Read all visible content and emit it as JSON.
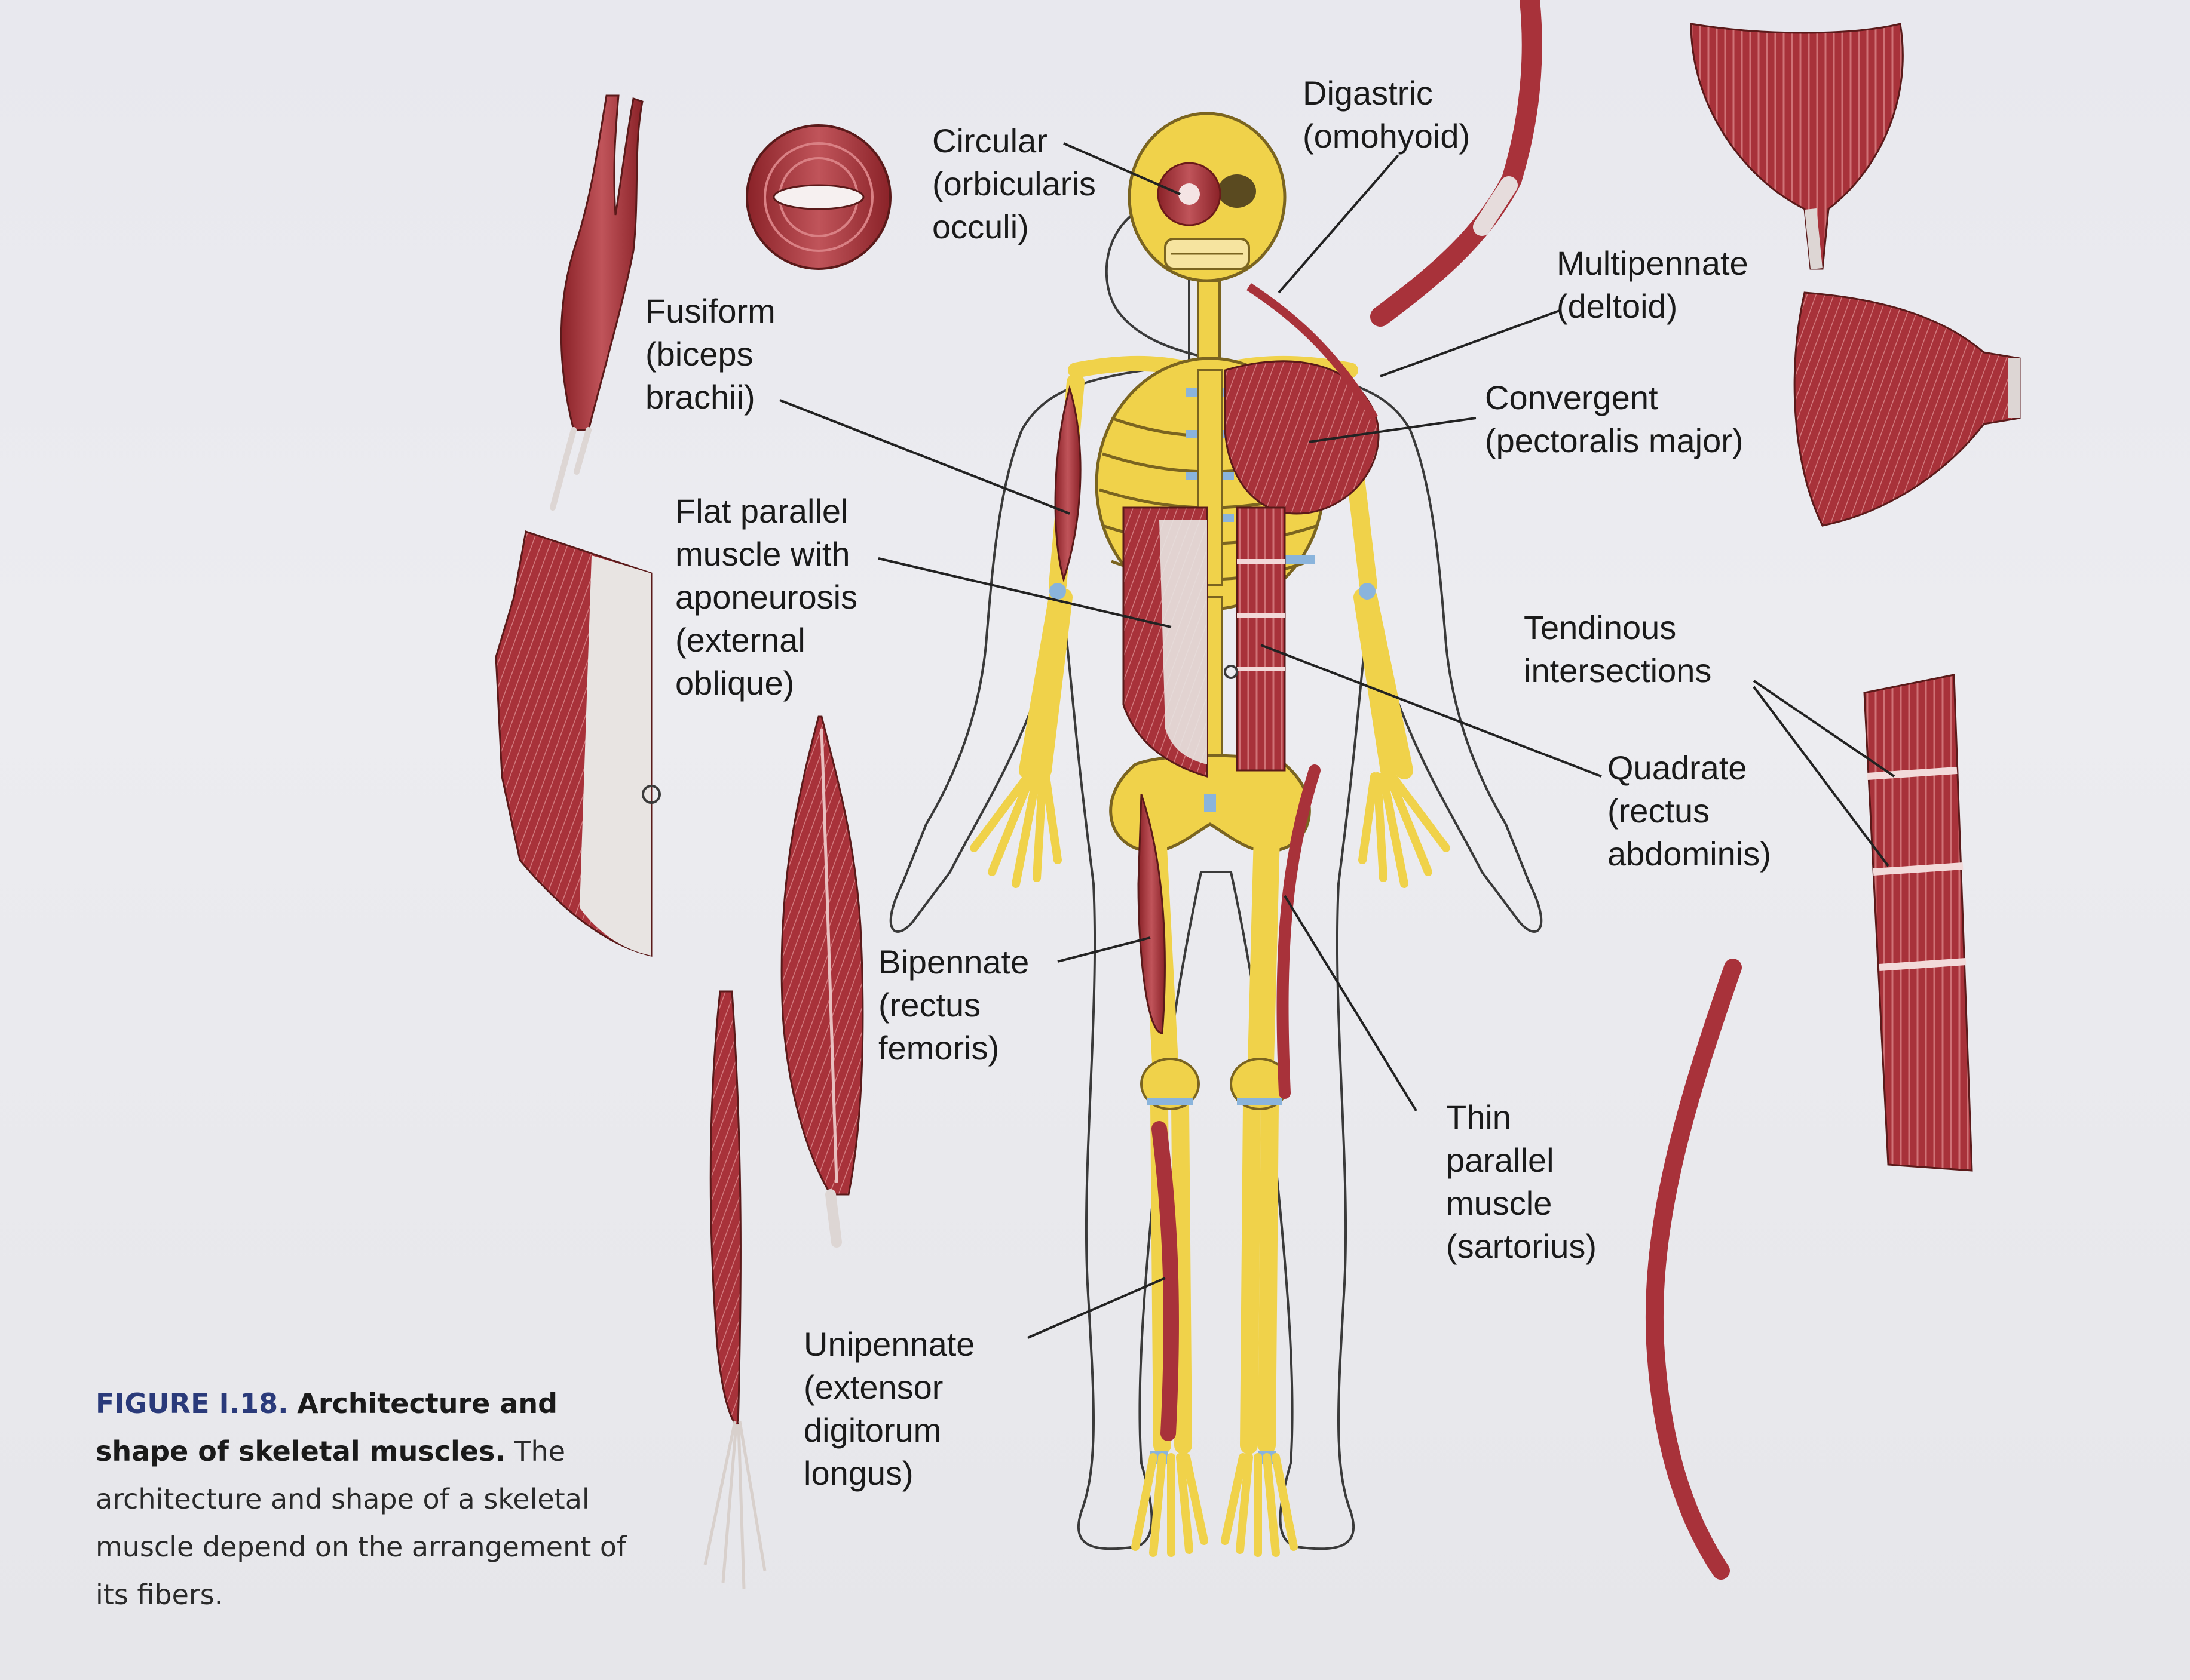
{
  "labels": {
    "circular": "Circular\n(orbicularis\nocculi)",
    "digastric": "Digastric\n(omohyoid)",
    "multipennate": "Multipennate\n(deltoid)",
    "fusiform": "Fusiform\n(biceps\nbrachii)",
    "convergent": "Convergent\n(pectoralis major)",
    "flat_parallel": "Flat parallel\nmuscle with\naponeurosis\n(external\noblique)",
    "tendinous": "Tendinous\nintersections",
    "quadrate": "Quadrate\n(rectus\nabdominis)",
    "bipennate": "Bipennate\n(rectus\nfemoris)",
    "thin_parallel": "Thin\nparallel\nmuscle\n(sartorius)",
    "unipennate": "Unipennate\n(extensor\ndigitorum\nlongus)"
  },
  "caption": {
    "figure_number": "FIGURE I.18.",
    "title": "Architecture and shape of skeletal muscles.",
    "text": "The architecture and shape of a skeletal muscle depend on the arrangement of its fibers."
  },
  "colors": {
    "bone": "#f0d24a",
    "bone_outline": "#7a6420",
    "muscle": "#a8323a",
    "muscle_light": "#c8646a",
    "tendon": "#e8e4e2",
    "cartilage": "#8ab4dc",
    "leader_line": "#222222"
  }
}
